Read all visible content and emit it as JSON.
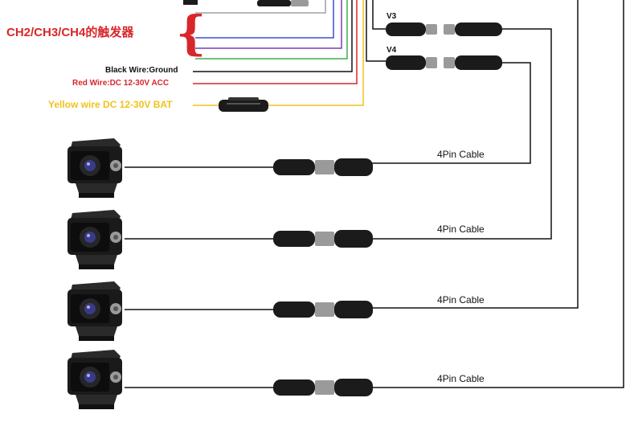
{
  "labels": {
    "trigger": "CH2/CH3/CH4的触发器",
    "brace": "{",
    "black_wire": "Black Wire:Ground",
    "red_wire": "Red Wire:DC 12-30V ACC",
    "yellow_wire": "Yellow wire DC 12-30V BAT",
    "channels": [
      "V3",
      "V4"
    ],
    "cables": [
      "4Pin Cable",
      "4Pin Cable",
      "4Pin Cable",
      "4Pin Cable"
    ]
  },
  "colors": {
    "red": "#d8262a",
    "yellow": "#f0c21b",
    "wire_gray": "#a0a0a0",
    "wire_blue": "#3b4fd6",
    "wire_purple": "#7a3fb0",
    "wire_green": "#3fae49",
    "wire_black": "#111111",
    "connector": "#1b1b1b",
    "metal": "#9a9a9a"
  },
  "components": {
    "cameras": [
      "camera-1",
      "camera-2",
      "camera-3",
      "camera-4"
    ]
  }
}
